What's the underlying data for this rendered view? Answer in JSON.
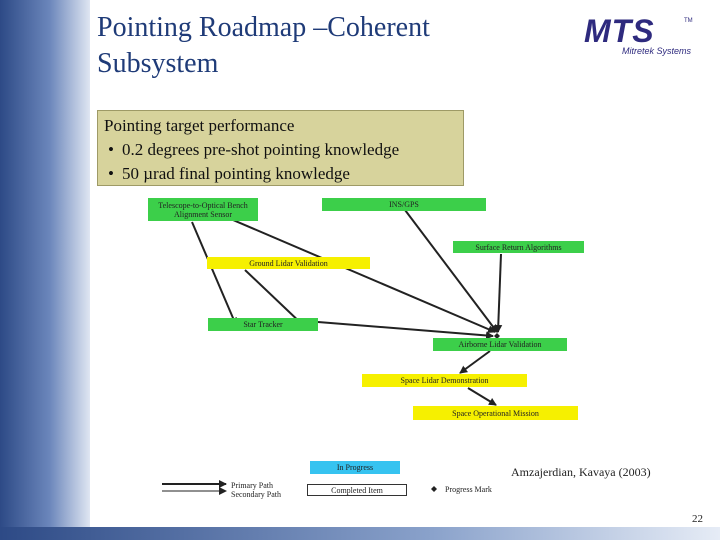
{
  "slide": {
    "title": "Pointing Roadmap –Coherent\nSubsystem",
    "page_number": "22",
    "citation": "Amzajerdian, Kavaya (2003)"
  },
  "logo": {
    "letters": "MTS",
    "tm": "TM",
    "subtitle": "Mitretek Systems",
    "color": "#2e2a7e"
  },
  "performance": {
    "heading": "Pointing target performance",
    "items": [
      "0.2 degrees pre-shot pointing knowledge",
      "50 µrad final pointing knowledge"
    ]
  },
  "nodes": {
    "telescope": "Telescope-to-Optical Bench\nAlignment Sensor",
    "ins_gps": "INS/GPS",
    "surface_return": "Surface Return Algorithms",
    "ground_lidar": "Ground Lidar Validation",
    "star_tracker": "Star Tracker",
    "airborne_lidar": "Airborne Lidar Validation",
    "space_lidar_demo": "Space Lidar Demonstration",
    "space_operational": "Space Operational Mission"
  },
  "legend": {
    "in_progress": "In Progress",
    "completed": "Completed Item",
    "primary_path": "Primary Path",
    "secondary_path": "Secondary Path",
    "progress_mark": "Progress Mark"
  },
  "colors": {
    "completed": "#3ccf4a",
    "planned": "#f6f000",
    "in_progress": "#36c3f0",
    "performance_box": "#d7d39c",
    "title": "#1f3b78"
  }
}
